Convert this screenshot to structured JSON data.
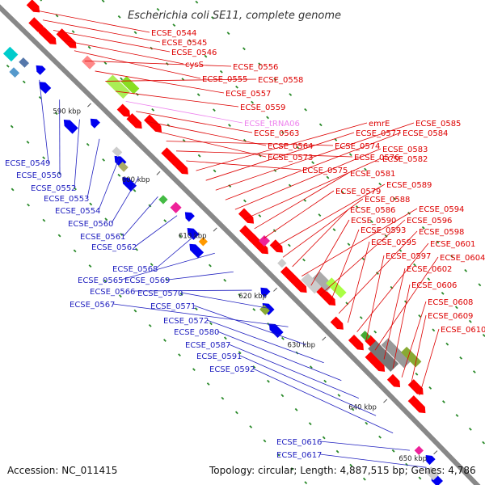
{
  "title": "Escherichia coli SE11, complete genome",
  "footer": {
    "accession": "Accession: NC_011415",
    "summary": "Topology: circular; Length: 4,887,515 bp; Genes: 4,786"
  },
  "colors": {
    "forward_label": "#dd0000",
    "reverse_label": "#1f1fbf",
    "trna_label": "#ee82ee",
    "backbone": "#888888",
    "dots": "#2a8a2a"
  },
  "tick_labels": [
    "590 kbp",
    "600 kbp",
    "610 kbp",
    "620 kbp",
    "630 kbp",
    "640 kbp",
    "650 kbp"
  ],
  "forward_labels": [
    "ECSE_0544",
    "ECSE_0545",
    "ECSE_0546",
    "cysS",
    "ECSE_0555",
    "ECSE_0556",
    "ECSE_0557",
    "ECSE_0558",
    "ECSE_0559",
    "ECSE_tRNA06",
    "ECSE_0563",
    "ECSE_0564",
    "ECSE_0573",
    "ECSE_0574",
    "ECSE_0576",
    "ECSE_0575",
    "emrE",
    "ECSE_0577",
    "ECSE_0585",
    "ECSE_0584",
    "ECSE_0583",
    "ECSE_0582",
    "ECSE_0581",
    "ECSE_0579",
    "ECSE_0589",
    "ECSE_0588",
    "ECSE_0586",
    "ECSE_0594",
    "ECSE_0590",
    "ECSE_0596",
    "ECSE_0593",
    "ECSE_0598",
    "ECSE_0595",
    "ECSE_0601",
    "ECSE_0597",
    "ECSE_0604",
    "ECSE_0602",
    "ECSE_0606",
    "ECSE_0608",
    "ECSE_0609",
    "ECSE_0610"
  ],
  "reverse_labels": [
    "ECSE_0549",
    "ECSE_0550",
    "ECSE_0552",
    "ECSE_0553",
    "ECSE_0554",
    "ECSE_0560",
    "ECSE_0561",
    "ECSE_0562",
    "ECSE_0568",
    "ECSE_0565",
    "ECSE_0569",
    "ECSE_0566",
    "ECSE_0570",
    "ECSE_0567",
    "ECSE_0571",
    "ECSE_0572",
    "ECSE_0580",
    "ECSE_0587",
    "ECSE_0591",
    "ECSE_0592",
    "ECSE_0616",
    "ECSE_0617"
  ]
}
